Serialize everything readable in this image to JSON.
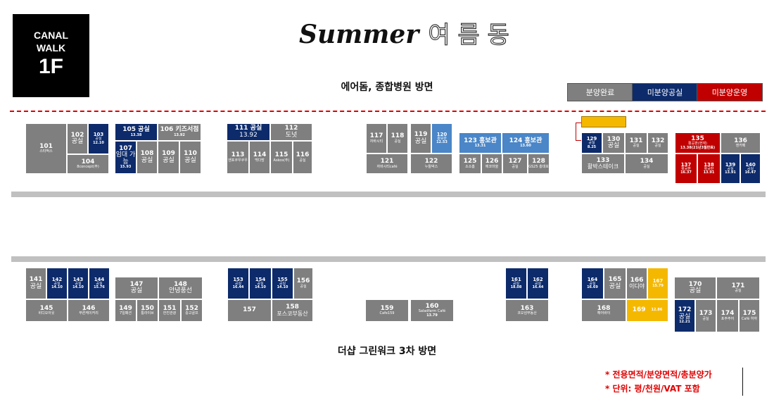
{
  "badge": {
    "line1": "CANAL",
    "line2": "WALK",
    "floor": "1F"
  },
  "title": {
    "en": "Summer",
    "kr": "여 름 동"
  },
  "top_label": "에어돔, 종합병원 방면",
  "bottom_label": "더샵 그린워크 3차 방면",
  "legend": [
    {
      "label": "분양완료",
      "color": "#7f7f7f"
    },
    {
      "label": "미분양공실",
      "color": "#0d2b6b"
    },
    {
      "label": "미분양운영",
      "color": "#c00000"
    }
  ],
  "notes": [
    "* 전용면적/분양면적/총분양가",
    "* 단위: 평/천원/VAT 포함"
  ],
  "units": [
    {
      "no": "101",
      "name": "스타벅스",
      "area": ""
    },
    {
      "no": "102",
      "name": "공실",
      "area": ""
    },
    {
      "no": "103",
      "name": "공실",
      "area": "12.10"
    },
    {
      "no": "104",
      "name": "8concept(주)",
      "area": ""
    },
    {
      "no": "105 공실",
      "name": "",
      "area": "13.38"
    },
    {
      "no": "106 키즈서점",
      "name": "",
      "area": "13.92"
    },
    {
      "no": "107",
      "name": "임대 가능",
      "area": "15.93"
    },
    {
      "no": "108",
      "name": "공실",
      "area": ""
    },
    {
      "no": "109",
      "name": "공실",
      "area": ""
    },
    {
      "no": "110",
      "name": "공실",
      "area": ""
    },
    {
      "no": "111 공실",
      "name": "13.92",
      "area": ""
    },
    {
      "no": "112",
      "name": "도넛",
      "area": ""
    },
    {
      "no": "113",
      "name": "엔포쿠우쿠우",
      "area": ""
    },
    {
      "no": "114",
      "name": "백다방",
      "area": ""
    },
    {
      "no": "115",
      "name": "Askos(주)",
      "area": ""
    },
    {
      "no": "116",
      "name": "공실",
      "area": ""
    },
    {
      "no": "117",
      "name": "자바시티",
      "area": ""
    },
    {
      "no": "118",
      "name": "공실",
      "area": ""
    },
    {
      "no": "119",
      "name": "공실",
      "area": ""
    },
    {
      "no": "120",
      "name": "홍보관",
      "area": "12.53"
    },
    {
      "no": "121",
      "name": "자바시티café",
      "area": ""
    },
    {
      "no": "122",
      "name": "누들박스",
      "area": ""
    },
    {
      "no": "123 홍보관",
      "name": "",
      "area": "13.31"
    },
    {
      "no": "124 홍보관",
      "name": "",
      "area": "13.60"
    },
    {
      "no": "125",
      "name": "소소홈",
      "area": ""
    },
    {
      "no": "126",
      "name": "에코마을",
      "area": ""
    },
    {
      "no": "127",
      "name": "공실",
      "area": ""
    },
    {
      "no": "128",
      "name": "GS25 홍대포",
      "area": ""
    },
    {
      "no": "129",
      "name": "공실",
      "area": "8.25"
    },
    {
      "no": "130",
      "name": "공실",
      "area": ""
    },
    {
      "no": "131",
      "name": "공실",
      "area": ""
    },
    {
      "no": "132",
      "name": "공실",
      "area": ""
    },
    {
      "no": "133",
      "name": "활박스테이크",
      "area": ""
    },
    {
      "no": "134",
      "name": "공실",
      "area": ""
    },
    {
      "no": "135",
      "name": "활공판(현재)",
      "area": "13.38(21년3월만료)"
    },
    {
      "no": "136",
      "name": "엔카페",
      "area": ""
    },
    {
      "no": "137",
      "name": "활공판",
      "area": "16.37"
    },
    {
      "no": "138",
      "name": "활공판",
      "area": "13.91"
    },
    {
      "no": "139",
      "name": "공실",
      "area": "13.91"
    },
    {
      "no": "140",
      "name": "공실",
      "area": "16.47"
    },
    {
      "no": "141",
      "name": "공실",
      "area": ""
    },
    {
      "no": "142",
      "name": "공실",
      "area": "14.10"
    },
    {
      "no": "143",
      "name": "공실",
      "area": "14.10"
    },
    {
      "no": "144",
      "name": "공실",
      "area": "15.76"
    },
    {
      "no": "145",
      "name": "비디오아웃",
      "area": ""
    },
    {
      "no": "146",
      "name": "푸른케이커리",
      "area": ""
    },
    {
      "no": "147",
      "name": "공실",
      "area": ""
    },
    {
      "no": "148",
      "name": "안녕풍선",
      "area": ""
    },
    {
      "no": "149",
      "name": "7일패션",
      "area": ""
    },
    {
      "no": "150",
      "name": "통라이브",
      "area": ""
    },
    {
      "no": "151",
      "name": "한진관광",
      "area": ""
    },
    {
      "no": "152",
      "name": "중고골프",
      "area": ""
    },
    {
      "no": "153",
      "name": "공실",
      "area": "16.44"
    },
    {
      "no": "154",
      "name": "공실",
      "area": "14.10"
    },
    {
      "no": "155",
      "name": "공실",
      "area": "14.10"
    },
    {
      "no": "156",
      "name": "공실",
      "area": ""
    },
    {
      "no": "157",
      "name": "",
      "area": ""
    },
    {
      "no": "158",
      "name": "포스코부동산",
      "area": ""
    },
    {
      "no": "159",
      "name": "Cafe159",
      "area": ""
    },
    {
      "no": "160",
      "name": "Saladfarm Café",
      "area": "13.79"
    },
    {
      "no": "161",
      "name": "공실",
      "area": "18.08"
    },
    {
      "no": "162",
      "name": "공실",
      "area": "16.44"
    },
    {
      "no": "163",
      "name": "코오넘부동산",
      "area": ""
    },
    {
      "no": "164",
      "name": "공실",
      "area": "16.69"
    },
    {
      "no": "165",
      "name": "공실",
      "area": ""
    },
    {
      "no": "166",
      "name": "이디야",
      "area": ""
    },
    {
      "no": "167",
      "name": "",
      "area": "15.79"
    },
    {
      "no": "168",
      "name": "헤어바이",
      "area": ""
    },
    {
      "no": "169",
      "name": "",
      "area": "12.86"
    },
    {
      "no": "170",
      "name": "공실",
      "area": ""
    },
    {
      "no": "171",
      "name": "공실",
      "area": ""
    },
    {
      "no": "172",
      "name": "공실",
      "area": "12.21"
    },
    {
      "no": "173",
      "name": "공실",
      "area": ""
    },
    {
      "no": "174",
      "name": "포주주어",
      "area": ""
    },
    {
      "no": "175",
      "name": "Café 하하",
      "area": ""
    }
  ]
}
